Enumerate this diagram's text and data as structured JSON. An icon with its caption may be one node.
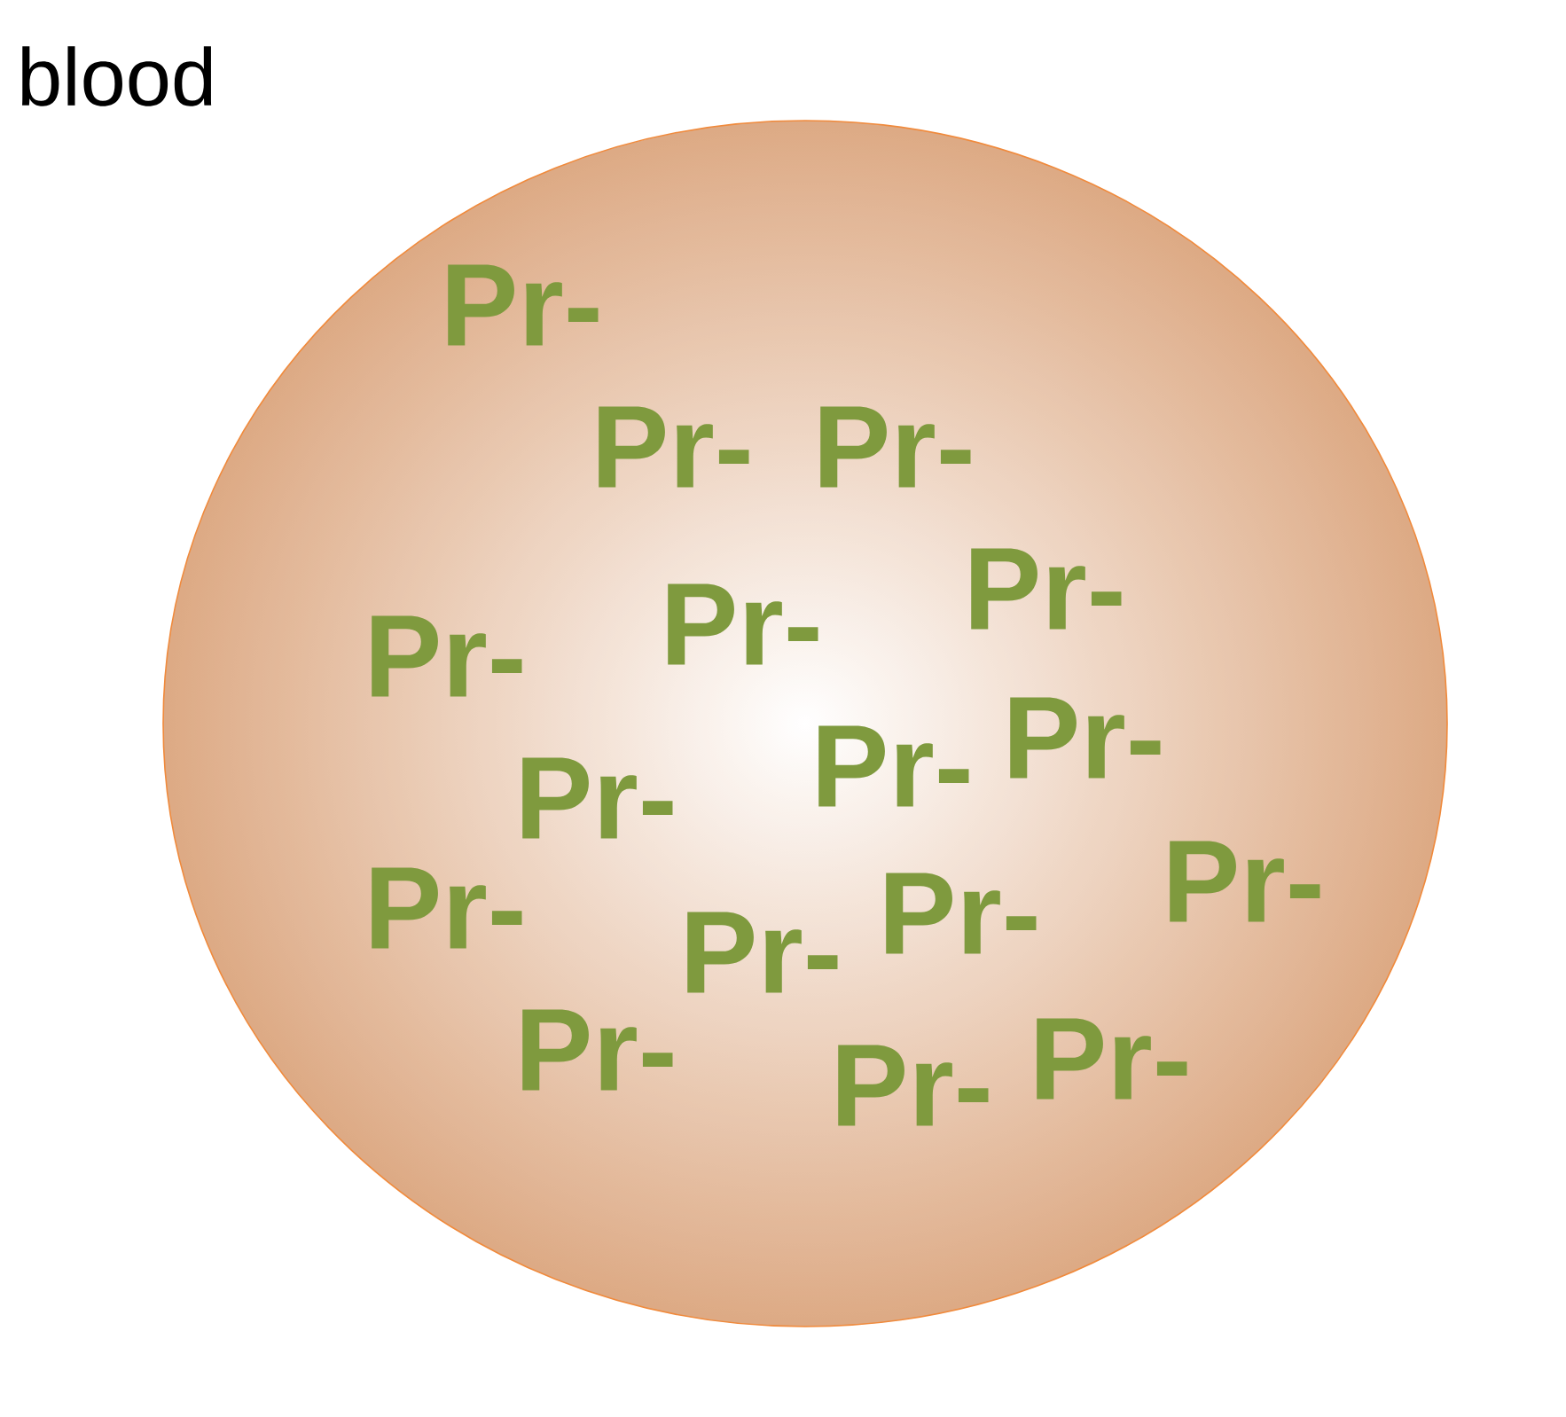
{
  "diagram": {
    "title": "blood",
    "nodes": [
      {
        "text": [
          "Pr-",
          "Pr-",
          "Pr-",
          "Pr-",
          "Pr-",
          "Pr-",
          "Pr-",
          "Pr-",
          "Pr-",
          "Pr-",
          "Pr-",
          "Pr-",
          "Pr-",
          "Pr-",
          "Pr-",
          "Pr-"
        ]
      }
    ]
  }
}
